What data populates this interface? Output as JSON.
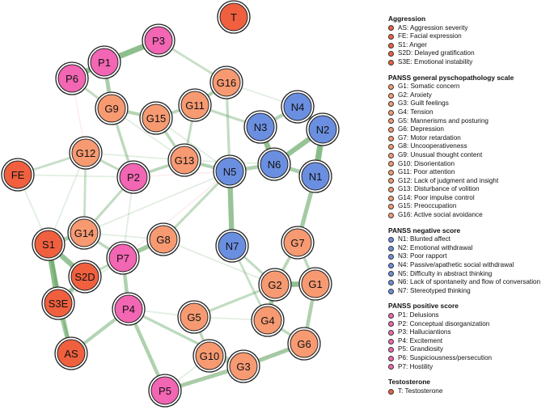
{
  "colors": {
    "Aggression": "#f0603f",
    "PANSS general pyschopathology scale": "#f79a72",
    "PANSS negative score": "#6b8fe0",
    "PANSS positive score": "#f266b3",
    "Testosterone": "#f0603f",
    "edge_positive": "#5fa35f",
    "edge_negative": "#f2a0b8"
  },
  "nodes": [
    {
      "id": "T",
      "group": "Testosterone"
    },
    {
      "id": "P3",
      "group": "PANSS positive score"
    },
    {
      "id": "P1",
      "group": "PANSS positive score"
    },
    {
      "id": "P6",
      "group": "PANSS positive score"
    },
    {
      "id": "G16",
      "group": "PANSS general pyschopathology scale"
    },
    {
      "id": "N4",
      "group": "PANSS negative score"
    },
    {
      "id": "G9",
      "group": "PANSS general pyschopathology scale"
    },
    {
      "id": "G11",
      "group": "PANSS general pyschopathology scale"
    },
    {
      "id": "G15",
      "group": "PANSS general pyschopathology scale"
    },
    {
      "id": "N3",
      "group": "PANSS negative score"
    },
    {
      "id": "N2",
      "group": "PANSS negative score"
    },
    {
      "id": "G12",
      "group": "PANSS general pyschopathology scale"
    },
    {
      "id": "FE",
      "group": "Aggression"
    },
    {
      "id": "G13",
      "group": "PANSS general pyschopathology scale"
    },
    {
      "id": "N6",
      "group": "PANSS negative score"
    },
    {
      "id": "N5",
      "group": "PANSS negative score"
    },
    {
      "id": "N1",
      "group": "PANSS negative score"
    },
    {
      "id": "P2",
      "group": "PANSS positive score"
    },
    {
      "id": "G14",
      "group": "PANSS general pyschopathology scale"
    },
    {
      "id": "S1",
      "group": "Aggression"
    },
    {
      "id": "G8",
      "group": "PANSS general pyschopathology scale"
    },
    {
      "id": "P7",
      "group": "PANSS positive score"
    },
    {
      "id": "N7",
      "group": "PANSS negative score"
    },
    {
      "id": "G7",
      "group": "PANSS general pyschopathology scale"
    },
    {
      "id": "S2D",
      "group": "Aggression"
    },
    {
      "id": "G2",
      "group": "PANSS general pyschopathology scale"
    },
    {
      "id": "G1",
      "group": "PANSS general pyschopathology scale"
    },
    {
      "id": "S3E",
      "group": "Aggression"
    },
    {
      "id": "G5",
      "group": "PANSS general pyschopathology scale"
    },
    {
      "id": "G4",
      "group": "PANSS general pyschopathology scale"
    },
    {
      "id": "P4",
      "group": "PANSS positive score"
    },
    {
      "id": "AS",
      "group": "Aggression"
    },
    {
      "id": "G6",
      "group": "PANSS general pyschopathology scale"
    },
    {
      "id": "G10",
      "group": "PANSS general pyschopathology scale"
    },
    {
      "id": "G3",
      "group": "PANSS general pyschopathology scale"
    },
    {
      "id": "P5",
      "group": "PANSS positive score"
    }
  ],
  "edges": [
    [
      "P1",
      "P3",
      0.85
    ],
    [
      "P1",
      "P6",
      0.8
    ],
    [
      "P1",
      "G9",
      0.55
    ],
    [
      "G9",
      "G15",
      0.45
    ],
    [
      "G15",
      "G11",
      0.4
    ],
    [
      "G11",
      "G16",
      0.45
    ],
    [
      "N3",
      "N6",
      0.8
    ],
    [
      "N2",
      "N6",
      0.75
    ],
    [
      "N2",
      "N1",
      0.9
    ],
    [
      "N6",
      "N1",
      0.55
    ],
    [
      "N4",
      "N3",
      0.45
    ],
    [
      "N4",
      "N2",
      0.5
    ],
    [
      "N5",
      "N6",
      0.5
    ],
    [
      "N5",
      "N7",
      0.75
    ],
    [
      "N1",
      "G7",
      0.6
    ],
    [
      "G13",
      "N5",
      0.45
    ],
    [
      "G13",
      "P2",
      0.4
    ],
    [
      "G9",
      "P2",
      0.35
    ],
    [
      "G14",
      "S1",
      0.55
    ],
    [
      "S1",
      "S2D",
      0.75
    ],
    [
      "S1",
      "S3E",
      0.85
    ],
    [
      "S2D",
      "S3E",
      0.6
    ],
    [
      "S3E",
      "AS",
      0.6
    ],
    [
      "S1",
      "AS",
      0.45
    ],
    [
      "P4",
      "AS",
      0.45
    ],
    [
      "P7",
      "G8",
      0.65
    ],
    [
      "P7",
      "P4",
      0.5
    ],
    [
      "G14",
      "P7",
      0.35
    ],
    [
      "G2",
      "G1",
      0.8
    ],
    [
      "G2",
      "G4",
      0.65
    ],
    [
      "G7",
      "G2",
      0.4
    ],
    [
      "G1",
      "G6",
      0.5
    ],
    [
      "G4",
      "G6",
      0.35
    ],
    [
      "G6",
      "G3",
      0.6
    ],
    [
      "G3",
      "G10",
      0.4
    ],
    [
      "G3",
      "P5",
      0.55
    ],
    [
      "P4",
      "P5",
      0.5
    ],
    [
      "P4",
      "G3",
      0.35
    ],
    [
      "G5",
      "G10",
      0.35
    ],
    [
      "G16",
      "N5",
      0.3
    ],
    [
      "G15",
      "G13",
      0.35
    ],
    [
      "G12",
      "P2",
      0.3
    ],
    [
      "FE",
      "G12",
      0.25
    ],
    [
      "G8",
      "N5",
      0.3
    ],
    [
      "N7",
      "G2",
      0.3
    ],
    [
      "G7",
      "G1",
      0.35
    ],
    [
      "P3",
      "G16",
      0.25
    ],
    [
      "P2",
      "G14",
      0.3
    ],
    [
      "G11",
      "N3",
      0.3
    ],
    [
      "G5",
      "G2",
      0.3
    ],
    [
      "P6",
      "G9",
      0.3
    ],
    [
      "G12",
      "G14",
      0.25
    ],
    [
      "G13",
      "G11",
      0.3
    ],
    [
      "N7",
      "G4",
      0.25
    ],
    [
      "P7",
      "S2D",
      0.3
    ]
  ],
  "legend": [
    {
      "title": "Aggression",
      "items": [
        "AS: Aggression severity",
        "FE: Facial expression",
        "S1: Anger",
        "S2D: Delayed gratification",
        "S3E: Emotional instability"
      ]
    },
    {
      "title": "PANSS general pyschopathology scale",
      "items": [
        "G1: Somatic concern",
        "G2: Anxiety",
        "G3: Guilt feelings",
        "G4: Tension",
        "G5: Mannerisms and posturing",
        "G6: Depression",
        "G7: Motor retardation",
        "G8: Uncooperativeness",
        "G9: Unusual thought content",
        "G10: Disorientation",
        "G11: Poor attention",
        "G12: Lack of judgment and insight",
        "G13: Disturbance of volition",
        "G14: Poor impulse control",
        "G15: Preoccupation",
        "G16: Active social avoidance"
      ]
    },
    {
      "title": "PANSS negative score",
      "items": [
        "N1: Blunted affect",
        "N2: Emotional withdrawal",
        "N3: Poor rapport",
        "N4: Passive/apathetic social withdrawal",
        "N5: Difficulty in abstract thinking",
        "N6: Lack of spontaneity and flow of conversation",
        "N7: Stereotyped thinking"
      ]
    },
    {
      "title": "PANSS positive score",
      "items": [
        "P1: Delusions",
        "P2: Conceptual disorganization",
        "P3: Halluciantions",
        "P4: Excitement",
        "P5: Grandiosity",
        "P6: Suspiciousness/persecution",
        "P7: Hostility"
      ]
    },
    {
      "title": "Testosterone",
      "items": [
        "T: Testosterone"
      ]
    }
  ]
}
